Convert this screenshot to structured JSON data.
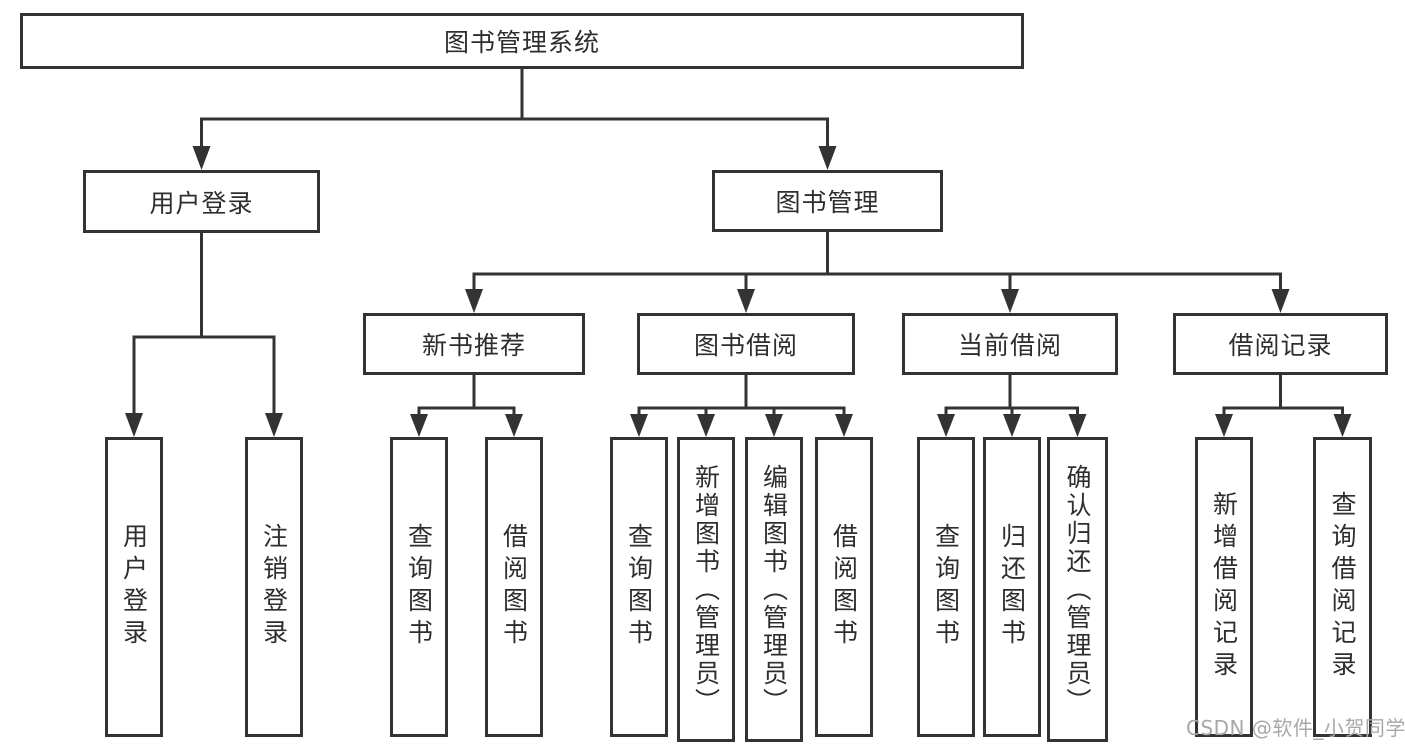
{
  "diagram": {
    "root": {
      "label": "图书管理系统"
    },
    "branches": [
      {
        "label": "用户登录",
        "children": [
          {
            "label": "用户登录"
          },
          {
            "label": "注销登录"
          }
        ]
      },
      {
        "label": "图书管理",
        "children": [
          {
            "label": "新书推荐",
            "children": [
              {
                "label": "查询图书"
              },
              {
                "label": "借阅图书"
              }
            ]
          },
          {
            "label": "图书借阅",
            "children": [
              {
                "label": "查询图书"
              },
              {
                "label": "新增图书（管理员）"
              },
              {
                "label": "编辑图书（管理员）"
              },
              {
                "label": "借阅图书"
              }
            ]
          },
          {
            "label": "当前借阅",
            "children": [
              {
                "label": "查询图书"
              },
              {
                "label": "归还图书"
              },
              {
                "label": "确认归还（管理员）"
              }
            ]
          },
          {
            "label": "借阅记录",
            "children": [
              {
                "label": "新增借阅记录"
              },
              {
                "label": "查询借阅记录"
              }
            ]
          }
        ]
      }
    ]
  },
  "watermark": {
    "text": "CSDN @软件_小贺同学"
  },
  "colors": {
    "line": "#333333",
    "box_border": "#333333",
    "text": "#2e2e2e",
    "watermark": "#a8a8ab",
    "background": "#ffffff"
  }
}
